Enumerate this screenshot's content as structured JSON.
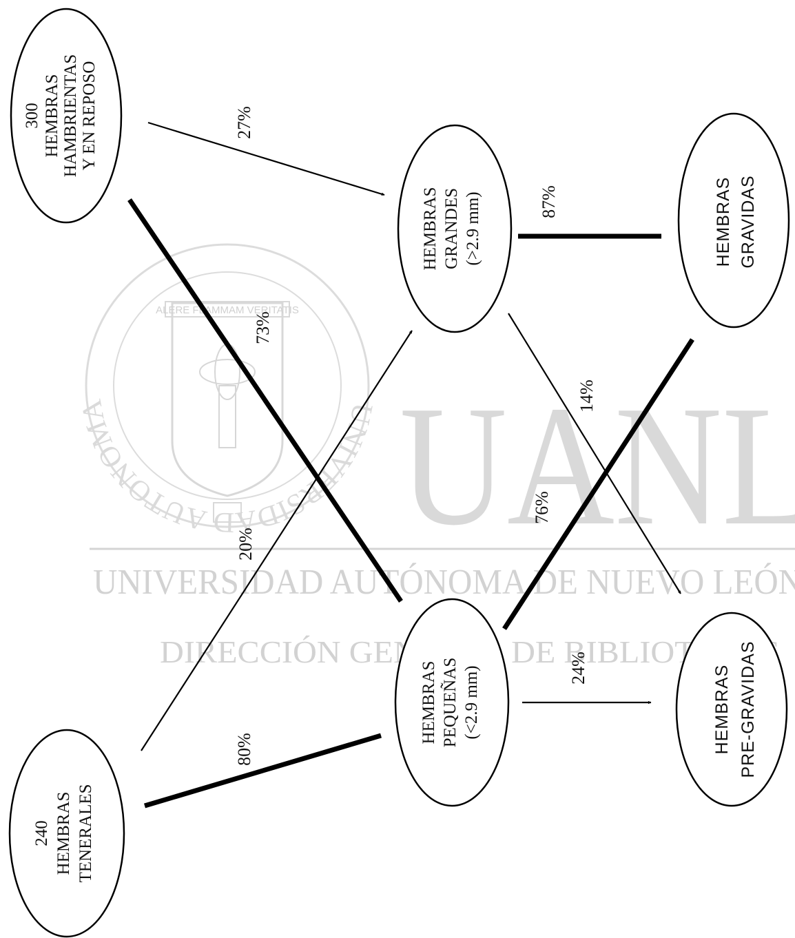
{
  "watermark": {
    "big_text": "UANL",
    "line1": "UNIVERSIDAD AUTÓNOMA DE NUEVO LEÓN",
    "line2": "DIRECCIÓN GENERAL DE BIBLIOTECAS",
    "seal_text": "UNIVERSIDAD AUTONOMA DE NUEVO LEON",
    "seal_motto": "ALERE FLAMMAM VERITATIS"
  },
  "nodes": {
    "hambrientas": [
      "300",
      "HEMBRAS",
      "HAMBRIENTAS",
      "Y EN REPOSO"
    ],
    "tenerales": [
      "240",
      "HEMBRAS",
      "TENERALES"
    ],
    "grandes": [
      "HEMBRAS",
      "GRANDES",
      "(>2.9 mm)"
    ],
    "pequenas": [
      "HEMBRAS",
      "PEQUEÑAS",
      "(<2.9 mm)"
    ],
    "gravidas": [
      "HEMBRAS",
      "GRAVIDAS"
    ],
    "pregravidas": [
      "HEMBRAS",
      "PRE-GRAVIDAS"
    ]
  },
  "edges": {
    "hambrientas_grandes": "27%",
    "hambrientas_pequenas": "73%",
    "tenerales_grandes": "20%",
    "tenerales_pequenas": "80%",
    "grandes_gravidas": "87%",
    "grandes_pregravidas": "14%",
    "pequenas_gravidas": "76%",
    "pequenas_pregravidas": "24%"
  }
}
